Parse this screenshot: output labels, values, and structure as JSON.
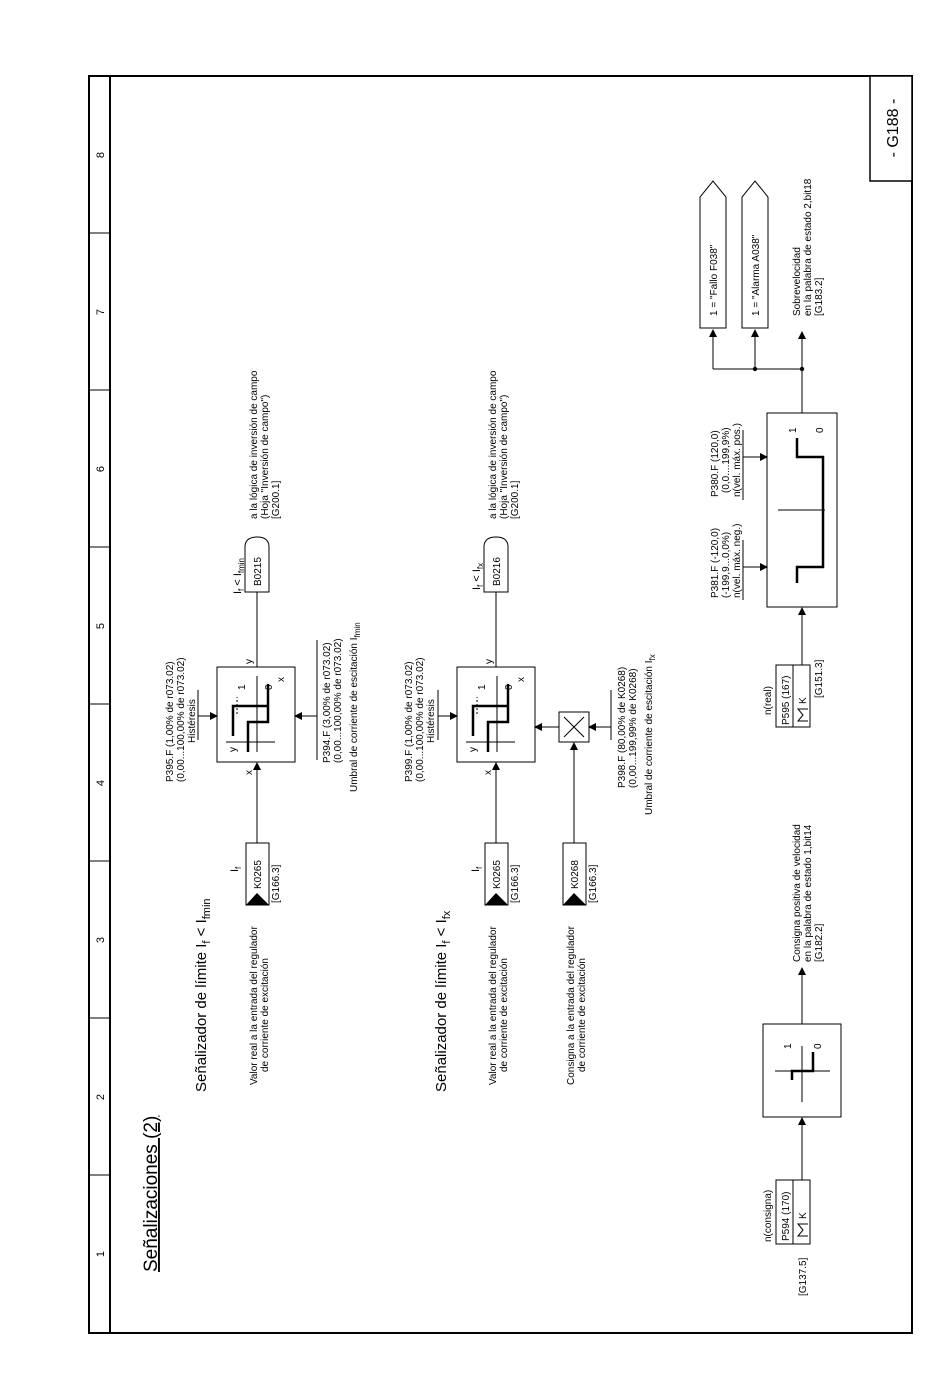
{
  "sheet": {
    "title": "Señalizaciones (2)",
    "page_code": "- G188 -",
    "column_numbers": [
      "1",
      "2",
      "3",
      "4",
      "5",
      "6",
      "7",
      "8"
    ]
  },
  "ifmin": {
    "heading_main": "Señalizador de límite I",
    "heading_sub1": "f",
    "heading_mid": " < I",
    "heading_sub2": "fmin",
    "input_desc_1": "Valor real a la entrada del regulador",
    "input_desc_2": "de corriente de excitación",
    "input_symbol": "I",
    "input_symbol_sub": "f",
    "connector": "K0265",
    "connector_ref": "[G166.3]",
    "hyst_param_1": "P395.F (1,00% de r073.02)",
    "hyst_param_2": "(0,00...100,00% de r073.02)",
    "hyst_label": "Histéresis",
    "thr_param_1": "P394.F (3,00% de r073.02)",
    "thr_param_2": "(0,00...100,00% de r073.02)",
    "thr_label": "Umbral de corriente de escitación I",
    "thr_label_sub": "fmin",
    "port_x": "x",
    "port_y": "y",
    "level_1": "1",
    "level_0": "0",
    "output_label": "I",
    "output_label_sub1": "f",
    "output_label_mid": " < I",
    "output_label_sub2": "fmin",
    "output_connector": "B0215",
    "dest_1": "a la lógica de inversión de campo",
    "dest_2": "(Hoja \"Inversión de campo\")",
    "dest_3": "[G200.1]"
  },
  "ifx": {
    "heading_main": "Señalizador de límite I",
    "heading_sub1": "f",
    "heading_mid": " < I",
    "heading_sub2": "fx",
    "input_desc_1": "Valor real a la entrada del regulador",
    "input_desc_2": "de corriente de excitación",
    "input_symbol": "I",
    "input_symbol_sub": "f",
    "connector": "K0265",
    "connector_ref": "[G166.3]",
    "setpoint_desc_1": "Consigna a la entrada del regulador",
    "setpoint_desc_2": "de corriente de excitación",
    "setpoint_connector": "K0268",
    "setpoint_ref": "[G166.3]",
    "hyst_param_1": "P399.F (1,00% de r073.02)",
    "hyst_param_2": "(0,00...100,00% de r073.02)",
    "hyst_label": "Histéresis",
    "thr_param_1": "P398.F (80,00% de K0268)",
    "thr_param_2": "(0,00...199,99% de K0268)",
    "thr_label": "Umbral de corriente de escitación I",
    "thr_label_sub": "fx",
    "port_x": "x",
    "port_y": "y",
    "level_1": "1",
    "level_0": "0",
    "output_label": "I",
    "output_label_sub1": "f",
    "output_label_mid": " < I",
    "output_label_sub2": "fx",
    "output_connector": "B0216",
    "dest_1": "a la lógica de inversión de campo",
    "dest_2": "(Hoja \"Inversión de campo\")",
    "dest_3": "[G200.1]"
  },
  "setpoint_sign": {
    "label": "n(consigna)",
    "param": "P594 (170)",
    "k": "K",
    "ref": "[G137.5]",
    "level_1": "1",
    "level_0": "0",
    "out_1": "Consigna positiva de velocidad",
    "out_2": "en la palabra de estado 1,bit14",
    "out_3": "[G182.2]"
  },
  "overspeed": {
    "label": "n(real)",
    "param": "P595 (167)",
    "k": "K",
    "ref": "[G151.3]",
    "neg_param_1": "P381.F (-120,0)",
    "neg_param_2": "(-199,9...0,0%)",
    "neg_param_3": "n(vel. máx. neg.)",
    "pos_param_1": "P380.F (120,0)",
    "pos_param_2": "(0,0....199,9%)",
    "pos_param_3": "n(vel. máx. pos.)",
    "level_1": "1",
    "level_0": "0",
    "fault": "1 = \"Fallo F038\"",
    "alarm": "1 = \"Alarma A038\"",
    "out_1": "Sobrevelocidad",
    "out_2": "en la palabra de estado 2,bit18",
    "out_3": "[G183.2]"
  }
}
